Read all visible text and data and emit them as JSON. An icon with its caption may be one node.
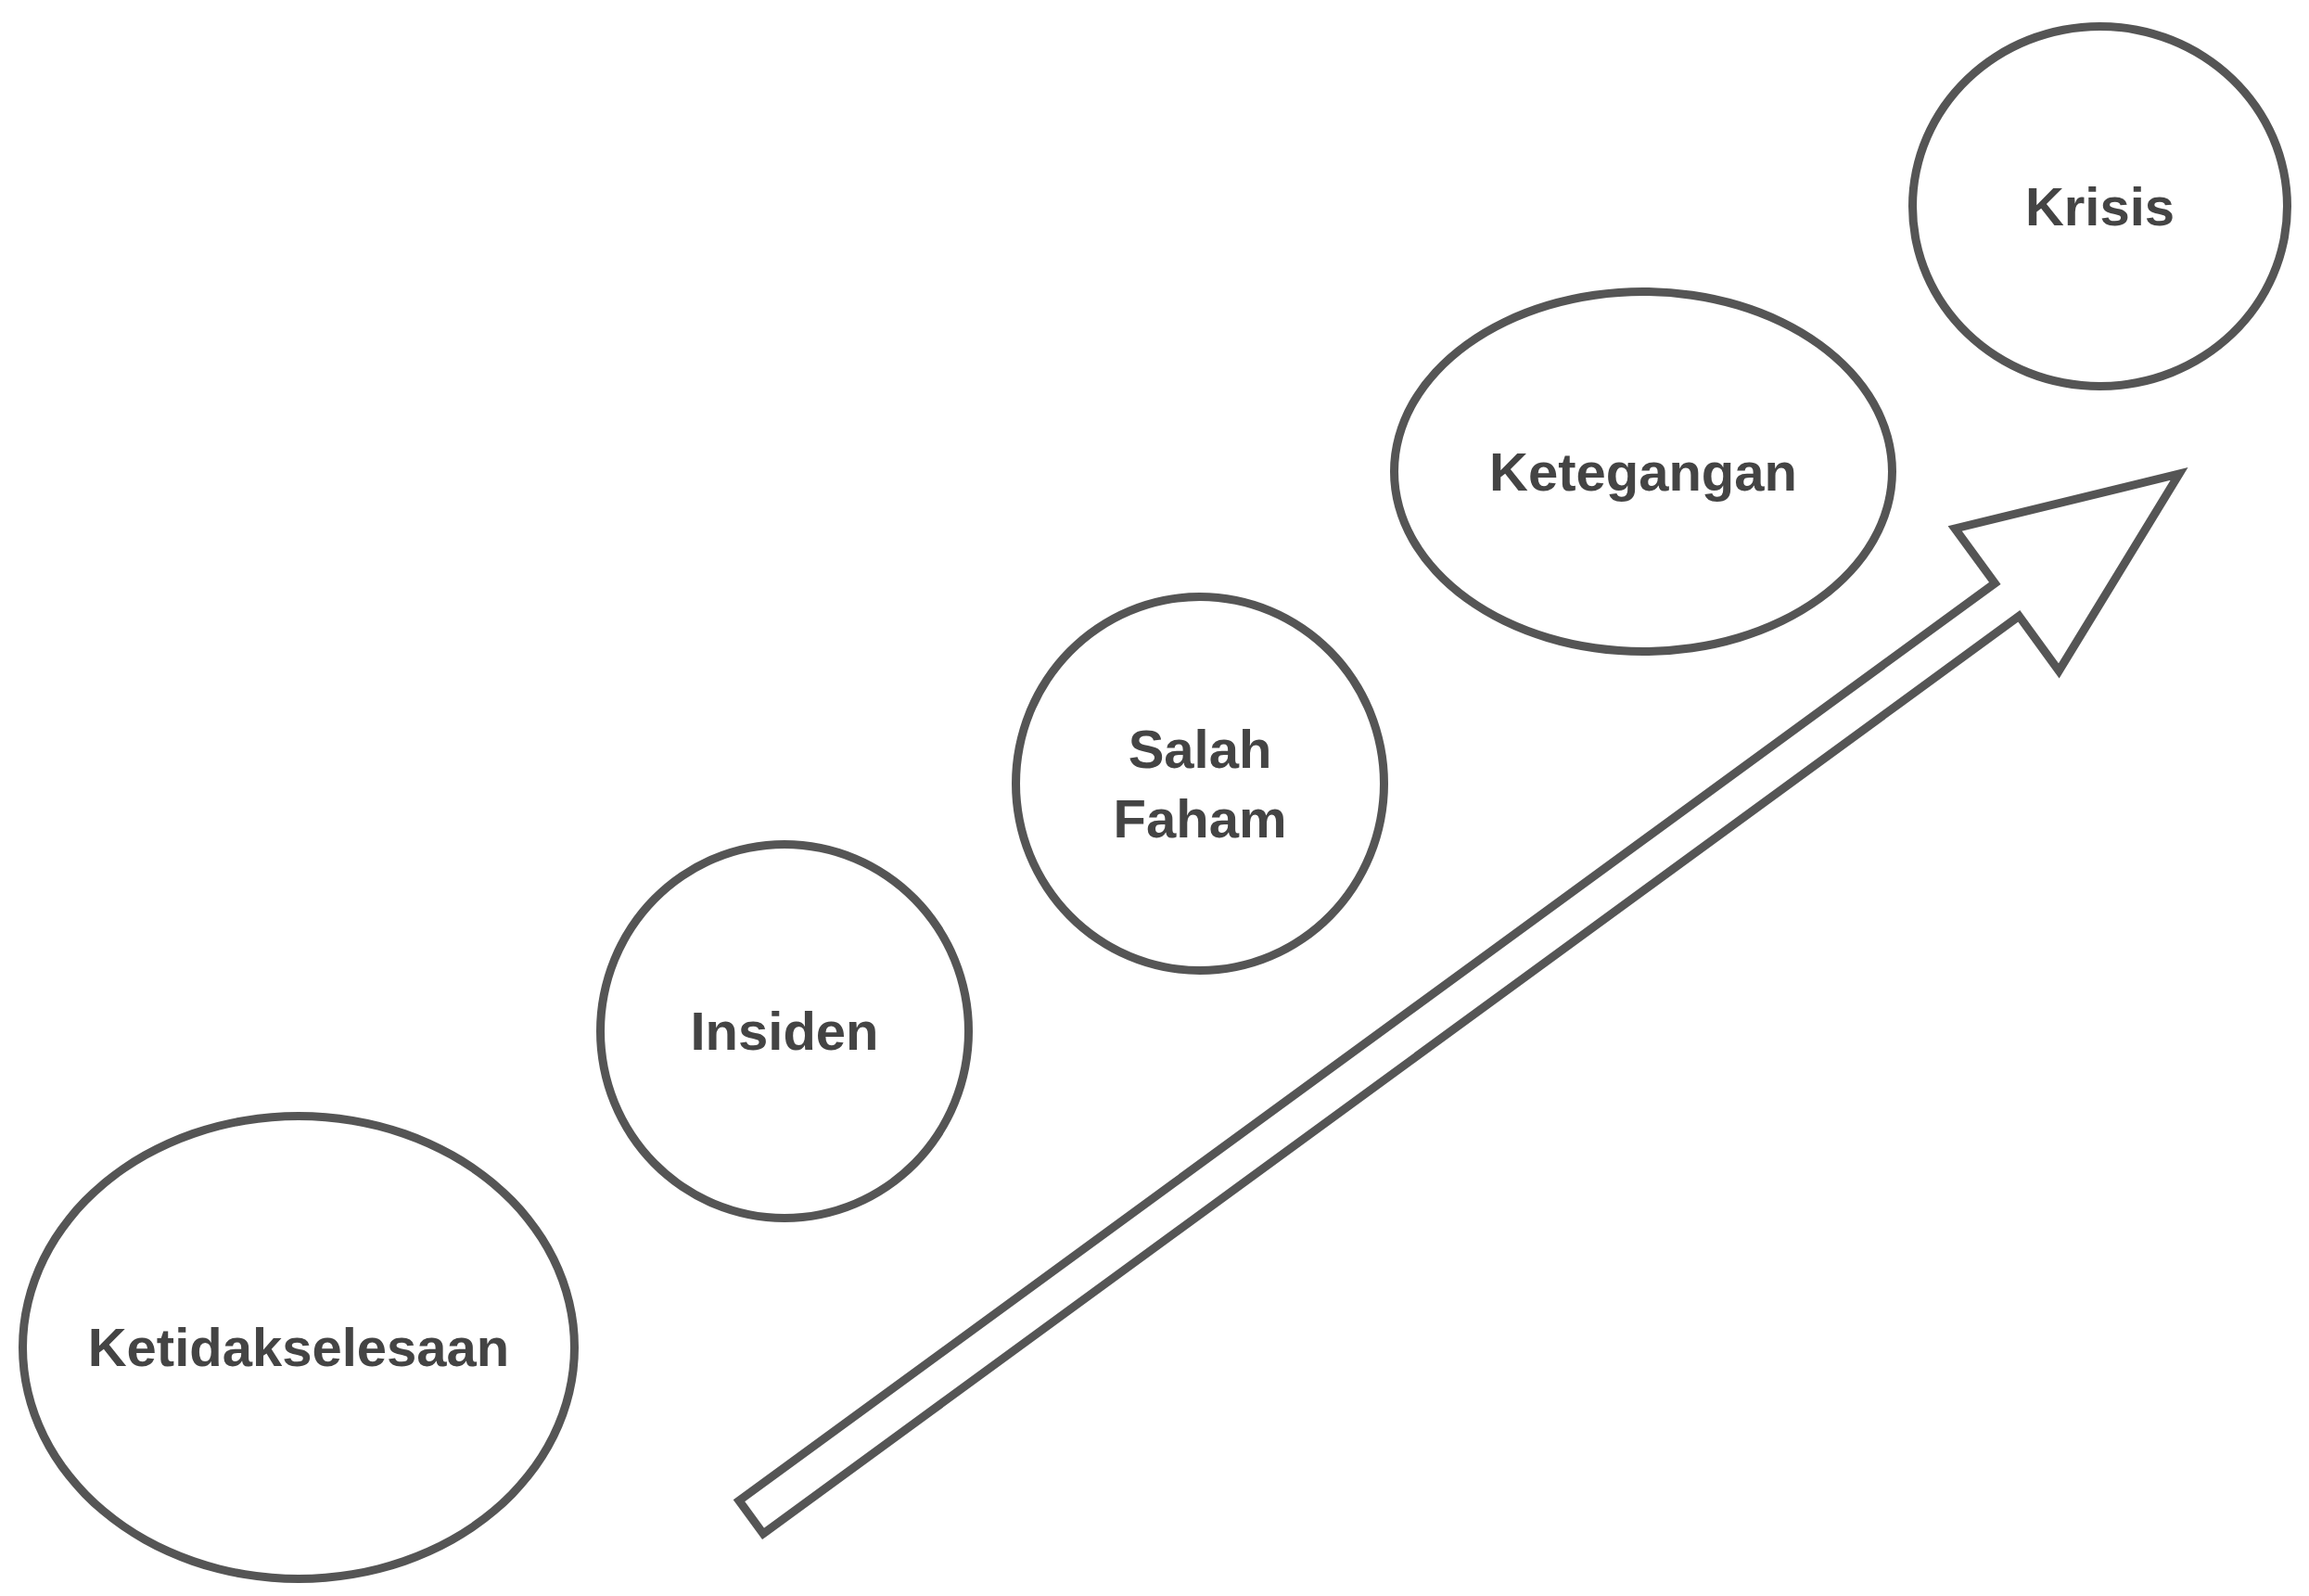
{
  "diagram": {
    "nodes": [
      {
        "text": [
          "Ketidakselesaan"
        ]
      },
      {
        "text": [
          "Insiden"
        ]
      },
      {
        "text": [
          "Salah Faham"
        ]
      },
      {
        "text": [
          "Ketegangan"
        ]
      },
      {
        "text": [
          "Krisis"
        ]
      }
    ]
  }
}
